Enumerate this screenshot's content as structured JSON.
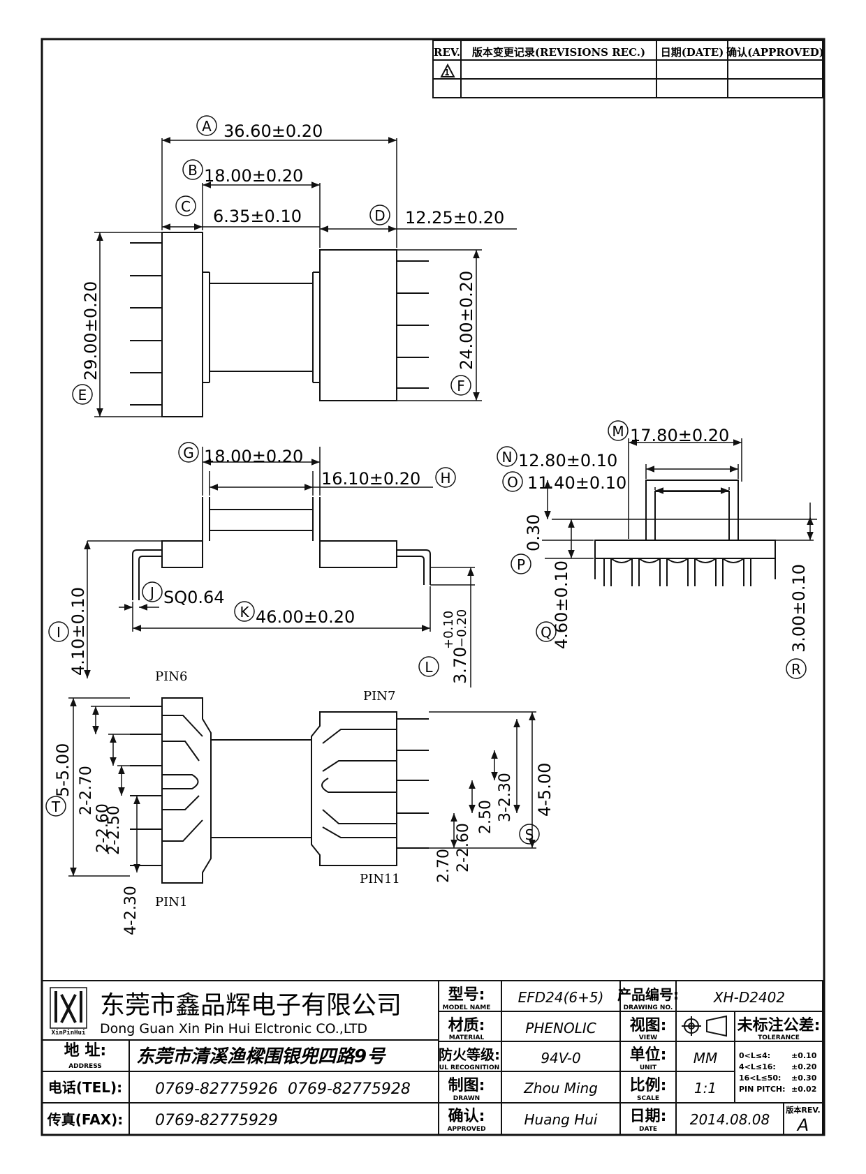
{
  "revision_table": {
    "col_rev": "REV.",
    "col_record": "版本变更记录(REVISIONS REC.)",
    "col_date": "日期(DATE)",
    "col_approved": "确认(APPROVED)",
    "rev_mark": "1"
  },
  "dimensions": {
    "A": {
      "letter": "A",
      "text": "36.60±0.20"
    },
    "B": {
      "letter": "B",
      "text": "18.00±0.20"
    },
    "C": {
      "letter": "C",
      "text": "6.35±0.10"
    },
    "D": {
      "letter": "D",
      "text": "12.25±0.20"
    },
    "E": {
      "letter": "E",
      "text": "29.00±0.20"
    },
    "F": {
      "letter": "F",
      "text": "24.00±0.20"
    },
    "G": {
      "letter": "G",
      "text": "18.00±0.20"
    },
    "H": {
      "letter": "H",
      "text": "16.10±0.20"
    },
    "I": {
      "letter": "I",
      "text": "4.10±0.10"
    },
    "J": {
      "letter": "J",
      "text": "SQ0.64"
    },
    "K": {
      "letter": "K",
      "text": "46.00±0.20"
    },
    "L": {
      "letter": "L",
      "text_base": "3.70",
      "tol_plus": "+0.10",
      "tol_minus": "−0.20"
    },
    "M": {
      "letter": "M",
      "text": "17.80±0.20"
    },
    "N": {
      "letter": "N",
      "text": "12.80±0.10"
    },
    "O": {
      "letter": "O",
      "text": "11.40±0.10"
    },
    "P": {
      "letter": "P",
      "text": "0.30"
    },
    "Q": {
      "letter": "Q",
      "text": "4.60±0.10"
    },
    "R": {
      "letter": "R",
      "text": "3.00±0.10"
    },
    "S": {
      "letter": "S",
      "text": "4-5.00"
    },
    "T": {
      "letter": "T",
      "text": "5-5.00"
    }
  },
  "pin_view": {
    "pin6": "PIN6",
    "pin1": "PIN1",
    "pin7": "PIN7",
    "pin11": "PIN11",
    "left_dims": [
      "2-2.70",
      "2-2.60",
      "2-2.50",
      "4-2.30"
    ],
    "right_dims": [
      "3-2.30",
      "2.50",
      "2-2.60",
      "2.70"
    ]
  },
  "title_block": {
    "company_cn": "东莞市鑫品辉电子有限公司",
    "company_en": "Dong Guan Xin Pin Hui Elctronic CO.,LTD",
    "logo_text": "XinPinHui",
    "address_label_cn": "地 址:",
    "address_label_en": "ADDRESS",
    "address": "东莞市清溪渔樑围银兜四路9号",
    "tel_label": "电话(TEL):",
    "tel1": "0769-82775926",
    "tel2": "0769-82775928",
    "fax_label": "传真(FAX):",
    "fax": "0769-82775929",
    "model_label_cn": "型号:",
    "model_label_en": "MODEL NAME",
    "model": "EFD24(6+5)",
    "material_label_cn": "材质:",
    "material_label_en": "MATERIAL",
    "material": "PHENOLIC",
    "ul_label_cn": "防火等级:",
    "ul_label_en": "UL RECOGNITION",
    "ul": "94V-0",
    "drawn_label_cn": "制图:",
    "drawn_label_en": "DRAWN",
    "drawn": "Zhou Ming",
    "approved_label_cn": "确认:",
    "approved_label_en": "APPROVED",
    "approved": "Huang Hui",
    "drawing_no_label_cn": "产品编号:",
    "drawing_no_label_en": "DRAWING NO.",
    "drawing_no": "XH-D2402",
    "view_label_cn": "视图:",
    "view_label_en": "VIEW",
    "unit_label_cn": "单位:",
    "unit_label_en": "UNIT",
    "unit": "MM",
    "scale_label_cn": "比例:",
    "scale_label_en": "SCALE",
    "scale": "1:1",
    "date_label_cn": "日期:",
    "date_label_en": "DATE",
    "date": "2014.08.08",
    "tolerance_label_cn": "未标注公差:",
    "tolerance_label_en": "TOLERANCE",
    "tolerances": [
      {
        "range": "0<L≤4:",
        "value": "±0.10"
      },
      {
        "range": "4<L≤16:",
        "value": "±0.20"
      },
      {
        "range": "16<L≤50:",
        "value": "±0.30"
      },
      {
        "range": "PIN PITCH:",
        "value": "±0.02"
      }
    ],
    "rev_label": "版本REV.",
    "rev": "A"
  }
}
